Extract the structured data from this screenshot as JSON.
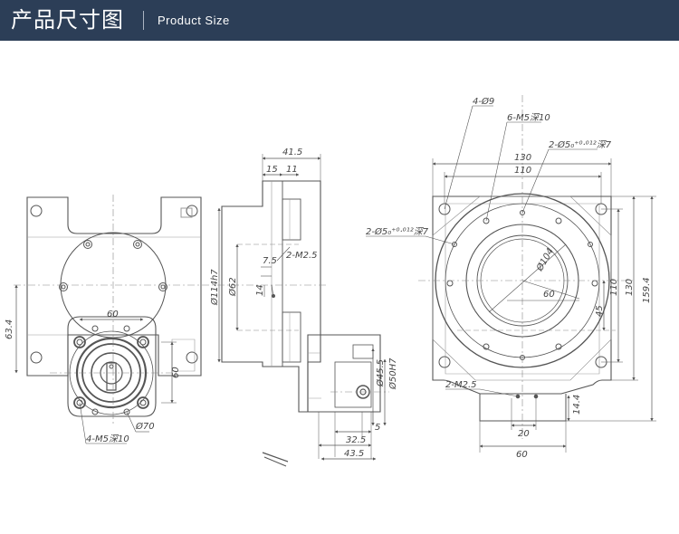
{
  "header": {
    "title_cn": "产品尺寸图",
    "title_en": "Product Size"
  },
  "colors": {
    "header_bg": "#2c3e57",
    "line": "#555555"
  },
  "dimensions": {
    "left": {
      "d60": "60",
      "h634": "63.4",
      "h60": "60",
      "d70": "Ø70",
      "m5": "4-M5深10"
    },
    "mid": {
      "w415": "41.5",
      "w15": "15",
      "w11": "11",
      "d114": "Ø114h7",
      "d62": "Ø62",
      "v75": "7.5",
      "v14": "14",
      "m25": "2-M2.5",
      "d45": "Ø45.5",
      "d50": "Ø50H7",
      "h5": "5",
      "w325": "32.5",
      "w435": "43.5"
    },
    "right": {
      "hole4": "4-Ø9",
      "m5": "6-M5深10",
      "pin_top": "2-Ø5₀⁺⁰·⁰¹²深7",
      "pin_left": "2-Ø5₀⁺⁰·⁰¹²深7",
      "w130": "130",
      "w110": "110",
      "d104": "Ø104",
      "r60": "60",
      "h110": "110",
      "h130": "130",
      "h1594": "159.4",
      "h45": "45",
      "m25": "2-M2.5",
      "w20": "20",
      "w60": "60",
      "h144": "14.4"
    }
  }
}
